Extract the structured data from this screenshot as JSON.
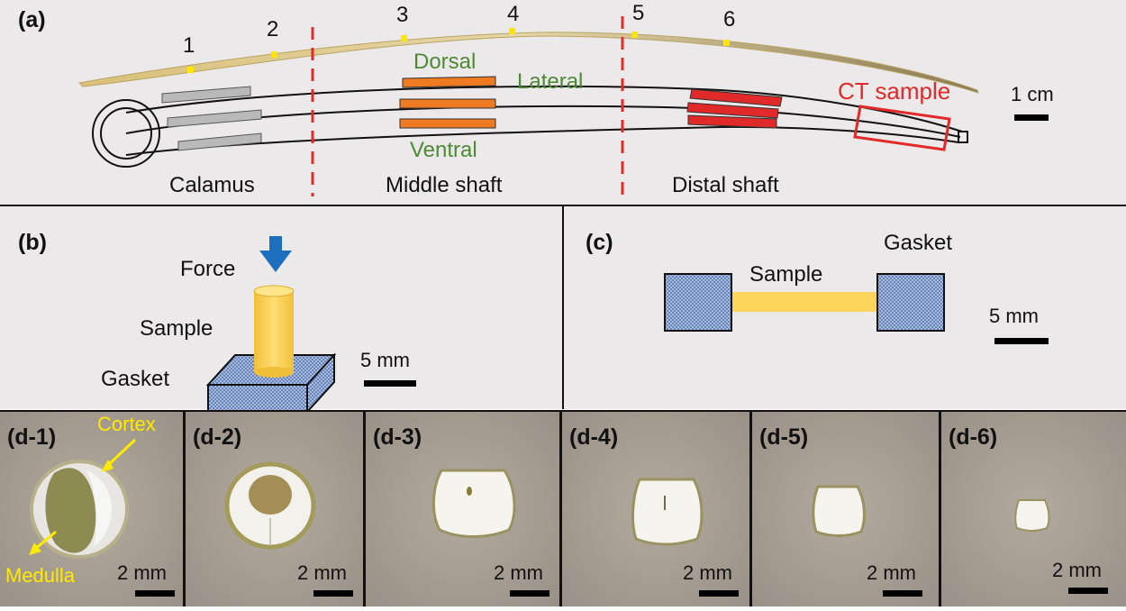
{
  "panel_a": {
    "tag": "(a)",
    "points": [
      "1",
      "2",
      "3",
      "4",
      "5",
      "6"
    ],
    "dorsal": "Dorsal",
    "lateral": "Lateral",
    "ventral": "Ventral",
    "ct_sample": "CT sample",
    "scale": "1 cm",
    "regions": [
      "Calamus",
      "Middle shaft",
      "Distal shaft"
    ]
  },
  "panel_b": {
    "tag": "(b)",
    "force": "Force",
    "sample": "Sample",
    "gasket": "Gasket",
    "scale": "5 mm"
  },
  "panel_c": {
    "tag": "(c)",
    "sample": "Sample",
    "gasket": "Gasket",
    "scale": "5 mm"
  },
  "panel_d": {
    "tags": [
      "(d-1)",
      "(d-2)",
      "(d-3)",
      "(d-4)",
      "(d-5)",
      "(d-6)"
    ],
    "cortex": "Cortex",
    "medulla": "Medulla",
    "scale": "2 mm"
  },
  "colors": {
    "background": "#ebe9ea",
    "divider_red": "#e22a2a",
    "orange_strip": "#ee7a22",
    "red_strip": "#e02a2a",
    "gray_strip": "#b9b9b9",
    "sample_yellow": "#fdd55a",
    "gasket_blue": "#9eb3d8",
    "force_arrow": "#1d6fbd"
  }
}
